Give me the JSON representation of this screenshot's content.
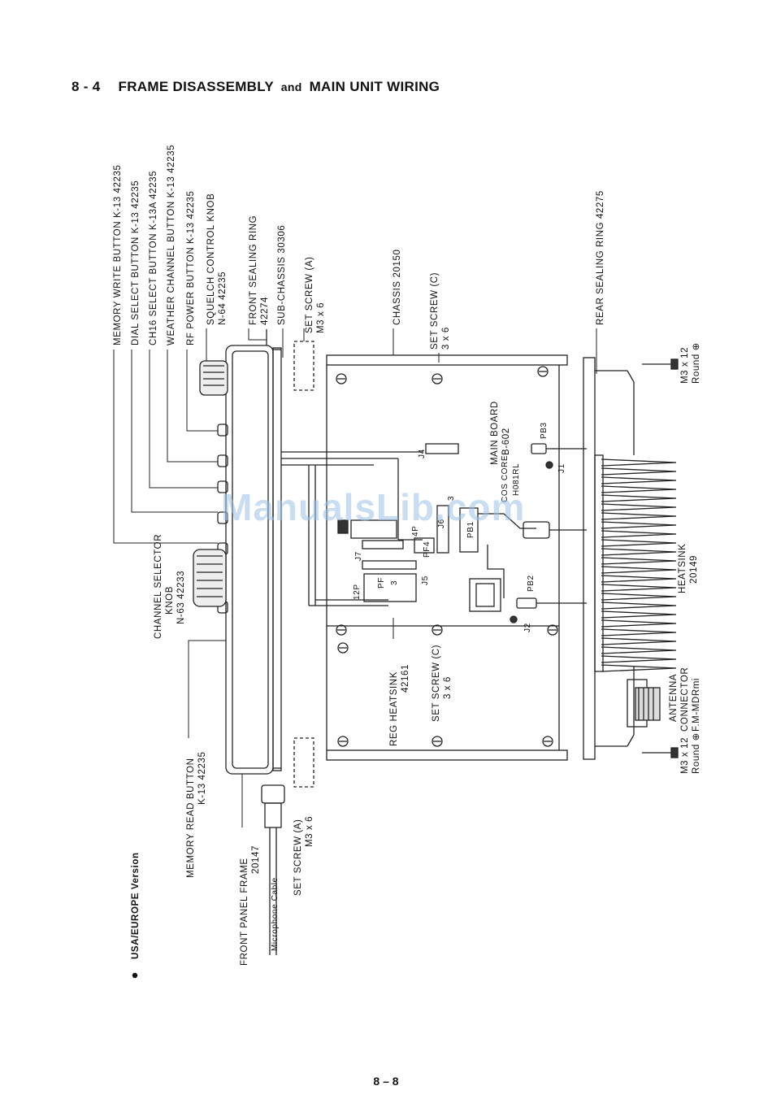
{
  "section": {
    "number": "8 - 4",
    "title_part1": "FRAME DISASSEMBLY",
    "title_and": "and",
    "title_part2": "MAIN UNIT WIRING"
  },
  "version_label": "USA/EUROPE Version",
  "callouts": {
    "memory_write": "MEMORY WRITE BUTTON K-13 42235",
    "dial_select": "DIAL SELECT BUTTON K-13 42235",
    "ch16_select": "CH16 SELECT BUTTON K-13A 42235",
    "weather_channel": "WEATHER CHANNEL BUTTON K-13 42235",
    "rf_power": "RF POWER BUTTON K-13 42235",
    "squelch_line1": "SQUELCH CONTROL KNOB",
    "squelch_line2": "N-64 42235",
    "front_sealing_line1": "FRONT SEALING RING",
    "front_sealing_line2": "42274",
    "sub_chassis": "SUB-CHASSIS 30306",
    "set_screw_a_top_line1": "SET SCREW (A)",
    "set_screw_a_top_line2": "M3 x 6",
    "chassis": "CHASSIS 20150",
    "set_screw_c_top_line1": "SET SCREW (C)",
    "set_screw_c_top_line2": "3 x 6",
    "rear_sealing": "REAR SEALING RING 42275",
    "screw_top_line1": "M3 x 12",
    "screw_top_line2": "Round ⊕",
    "main_board_line1": "MAIN BOARD",
    "main_board_line2": "B-602",
    "channel_selector_line1": "CHANNEL SELECTOR",
    "channel_selector_line2": "KNOB",
    "channel_selector_line3": "N-63 42233",
    "memory_read_line1": "MEMORY READ BUTTON",
    "memory_read_line2": "K-13 42235",
    "front_panel_line1": "FRONT PANEL FRAME",
    "front_panel_line2": "20147",
    "microphone_cable": "Microphone Cable",
    "set_screw_a_bottom_line1": "SET SCREW (A)",
    "set_screw_a_bottom_line2": "M3 x 6",
    "reg_heatsink_line1": "REG HEATSINK",
    "reg_heatsink_line2": "42161",
    "set_screw_c_bottom_line1": "SET SCREW (C)",
    "set_screw_c_bottom_line2": "3 x 6",
    "heatsink_line1": "HEATSINK",
    "heatsink_line2": "20149",
    "antenna_line1": "ANTENNA",
    "antenna_line2": "CONNECTOR",
    "antenna_line3": "F.M-MDRmi",
    "screw_bottom_line1": "M3 x 12",
    "screw_bottom_line2": "Round ⊕"
  },
  "board_labels": {
    "j4": "J4",
    "j1": "J1",
    "pb3": "PB3",
    "pb1": "PB1",
    "pb2": "PB2",
    "j2": "J2",
    "j6": "J6",
    "j7": "J7",
    "j5": "J5",
    "pf4": "PF4",
    "four_p": "4P",
    "twelve_p": "12P",
    "pf": "PF",
    "pf_num": "3",
    "three": "3",
    "cos_core": "COS CORE",
    "core_part": "H081RL"
  },
  "watermark": "ManualsLib.com",
  "page_number": "8 – 8"
}
